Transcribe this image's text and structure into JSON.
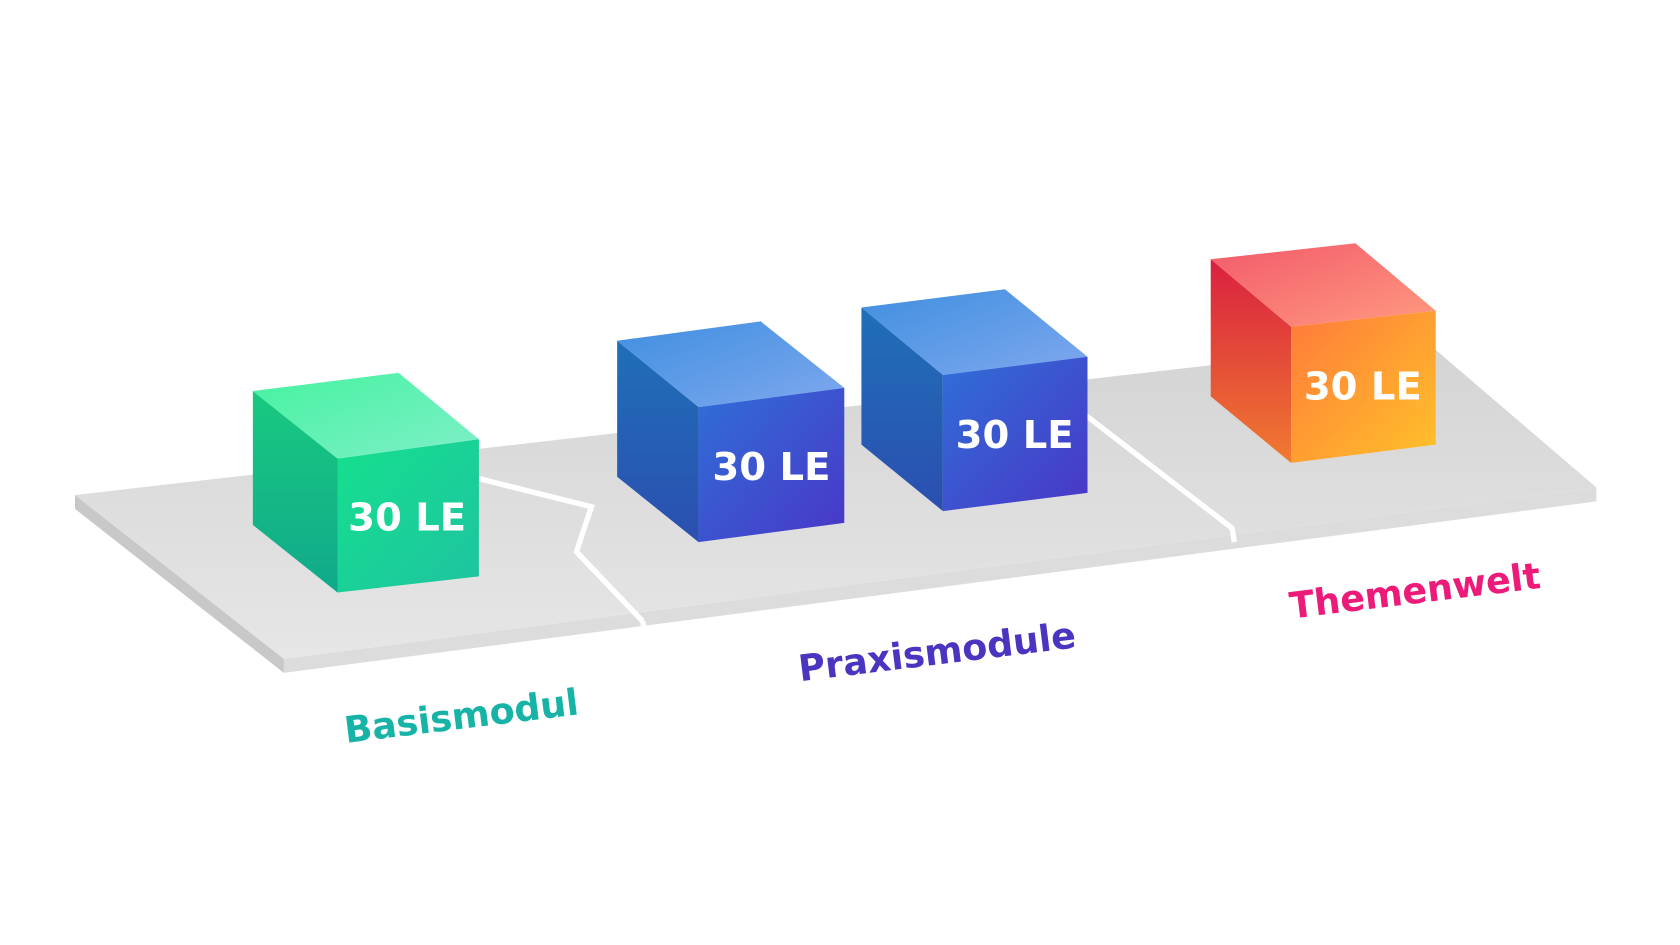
{
  "modules": [
    {
      "name": "Basismodul",
      "color": "#17b3a6",
      "cubes": [
        "30 LE"
      ]
    },
    {
      "name": "Praxismodule",
      "color": "#4a35c0",
      "cubes": [
        "30 LE",
        "30 LE"
      ]
    },
    {
      "name": "Themenwelt",
      "color": "#ec1a78",
      "cubes": [
        "30 LE"
      ]
    }
  ]
}
